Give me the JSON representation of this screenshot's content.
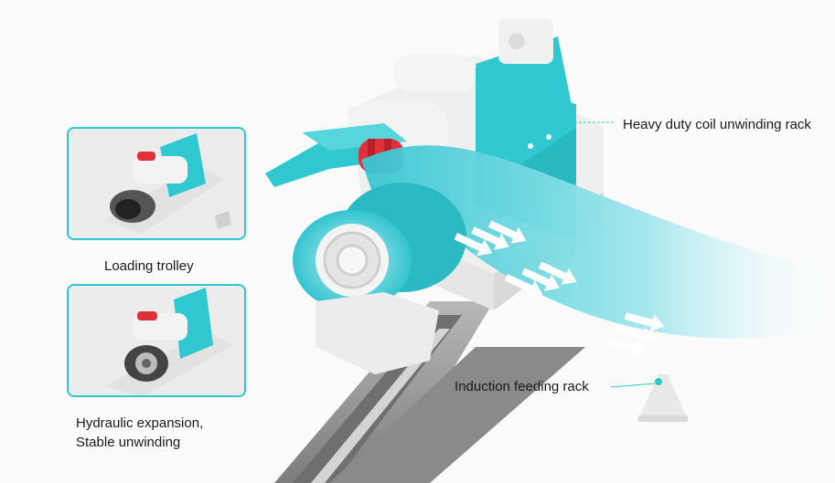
{
  "thumbnails": [
    {
      "caption": "Loading trolley"
    },
    {
      "caption_line1": "Hydraulic expansion,",
      "caption_line2": "Stable unwinding"
    }
  ],
  "callouts": {
    "unwinding_rack": "Heavy duty coil unwinding rack",
    "feeding_rack": "Induction feeding rack"
  },
  "colors": {
    "accent": "#2fc8d0",
    "machine_body": "#f2f2f2",
    "rail": "#9a9a9a",
    "roller_red": "#e0303a",
    "arrow": "#ffffff"
  }
}
